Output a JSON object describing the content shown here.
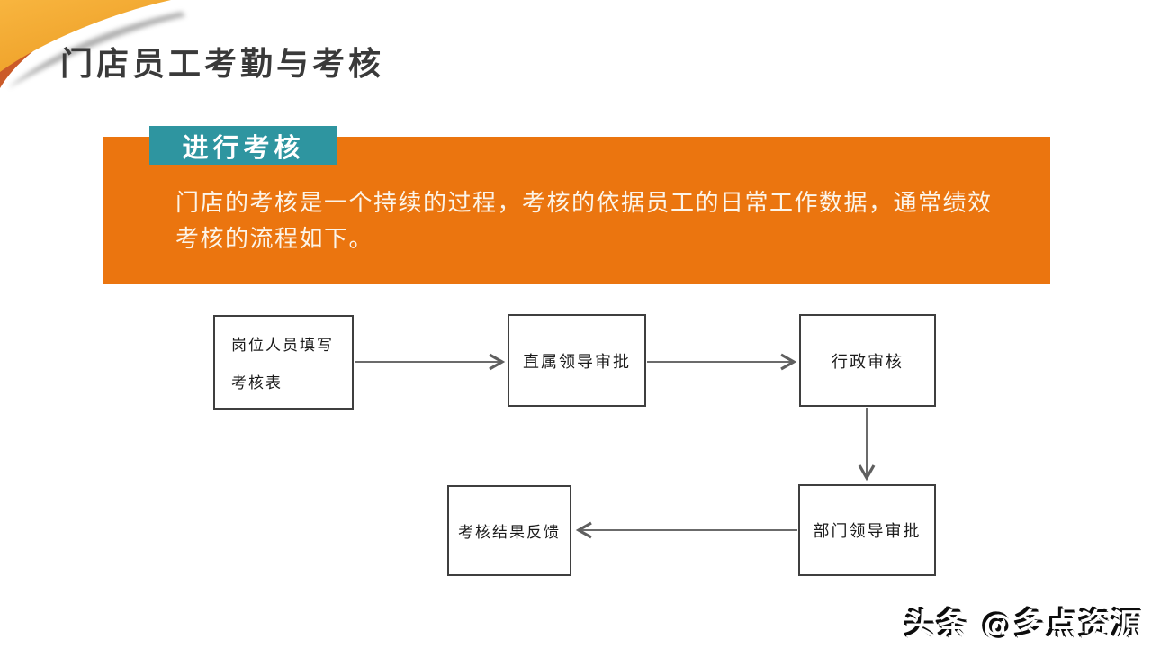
{
  "slide": {
    "title": "门店员工考勤与考核",
    "section": {
      "label": "进行考核",
      "body_lines": [
        "门店的考核是一个持续的过程，考核的依据员工的日常工作数据，通常绩效",
        "考核的流程如下。"
      ]
    },
    "watermark": "头条 @多点资源"
  },
  "colors": {
    "banner_orange": "#EB750F",
    "label_teal": "#2E95A0",
    "corner_yellow": "#F3A73A",
    "corner_dark_orange": "#CB5B29",
    "title_text": "#3A3A3A",
    "banner_text": "#FCF4E8",
    "node_border": "#3F3F3F",
    "arrow_gray": "#666666"
  },
  "flowchart": {
    "nodes": [
      {
        "id": "fill-assessment-form",
        "lines": [
          "岗位人员填写",
          "考核表"
        ]
      },
      {
        "id": "direct-leader-approval",
        "lines": [
          "直属领导审批"
        ]
      },
      {
        "id": "admin-review",
        "lines": [
          "行政审核"
        ]
      },
      {
        "id": "dept-leader-approval",
        "lines": [
          "部门领导审批"
        ]
      },
      {
        "id": "assessment-feedback",
        "lines": [
          "考核结果反馈"
        ]
      }
    ],
    "edges": [
      {
        "from": "fill-assessment-form",
        "to": "direct-leader-approval",
        "direction": "right"
      },
      {
        "from": "direct-leader-approval",
        "to": "admin-review",
        "direction": "right"
      },
      {
        "from": "admin-review",
        "to": "dept-leader-approval",
        "direction": "down"
      },
      {
        "from": "dept-leader-approval",
        "to": "assessment-feedback",
        "direction": "left"
      }
    ]
  }
}
